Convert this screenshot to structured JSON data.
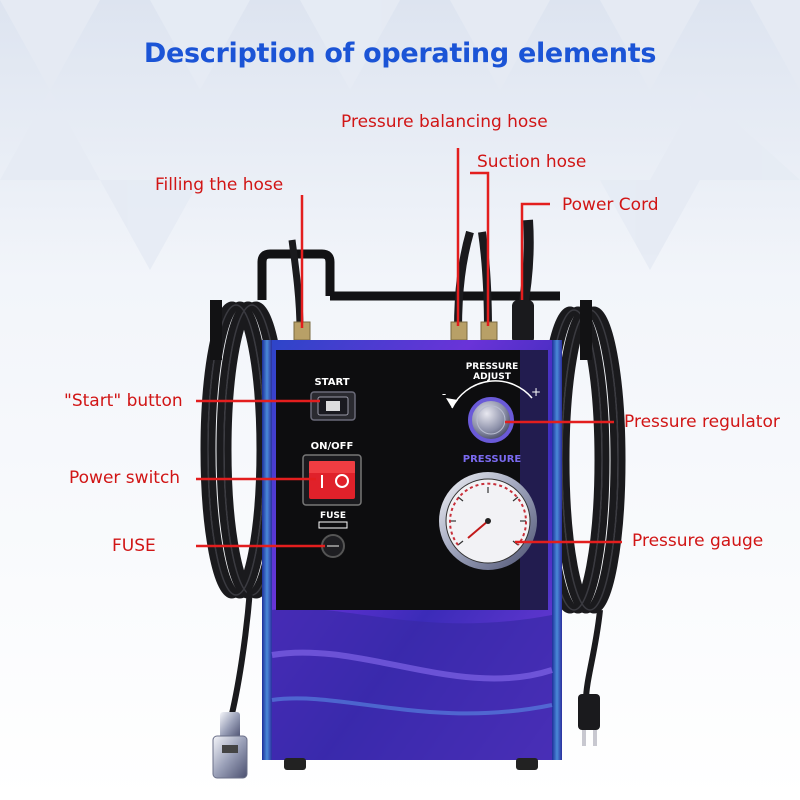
{
  "title": "Description of operating elements",
  "panel": {
    "start_text": "START",
    "onoff_text": "ON/OFF",
    "fuse_text": "FUSE",
    "pressure_adjust_line1": "PRESSURE",
    "pressure_adjust_line2": "ADJUST",
    "pressure_text": "PRESSURE",
    "gauge_minus": "-",
    "gauge_plus": "+"
  },
  "callouts": {
    "filling_hose": "Filling the hose",
    "pressure_balancing_hose": "Pressure balancing hose",
    "suction_hose": "Suction hose",
    "power_cord": "Power Cord",
    "start_button": "\"Start\" button",
    "power_switch": "Power switch",
    "fuse": "FUSE",
    "pressure_regulator": "Pressure regulator",
    "pressure_gauge": "Pressure gauge"
  },
  "colors": {
    "title": "#1b54d6",
    "callout_text": "#d11515",
    "callout_line": "#e31e1e",
    "panel_black": "#0d0d0f",
    "case_purple": "#5a2fd0",
    "switch_red": "#e0212a"
  }
}
